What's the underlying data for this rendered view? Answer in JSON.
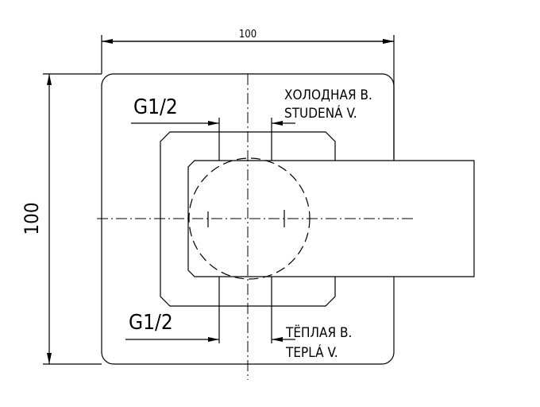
{
  "dimensions": {
    "width_label": "100",
    "height_label": "100"
  },
  "threads": {
    "top": "G1/2",
    "bottom": "G1/2"
  },
  "labels": {
    "cold_ru": "ХОЛОДНАЯ В.",
    "cold_cz": "STUDENÁ V.",
    "warm_ru": "ТЁПЛАЯ В.",
    "warm_cz": "TEPLÁ V."
  },
  "colors": {
    "line": "#000000",
    "background": "#ffffff"
  }
}
